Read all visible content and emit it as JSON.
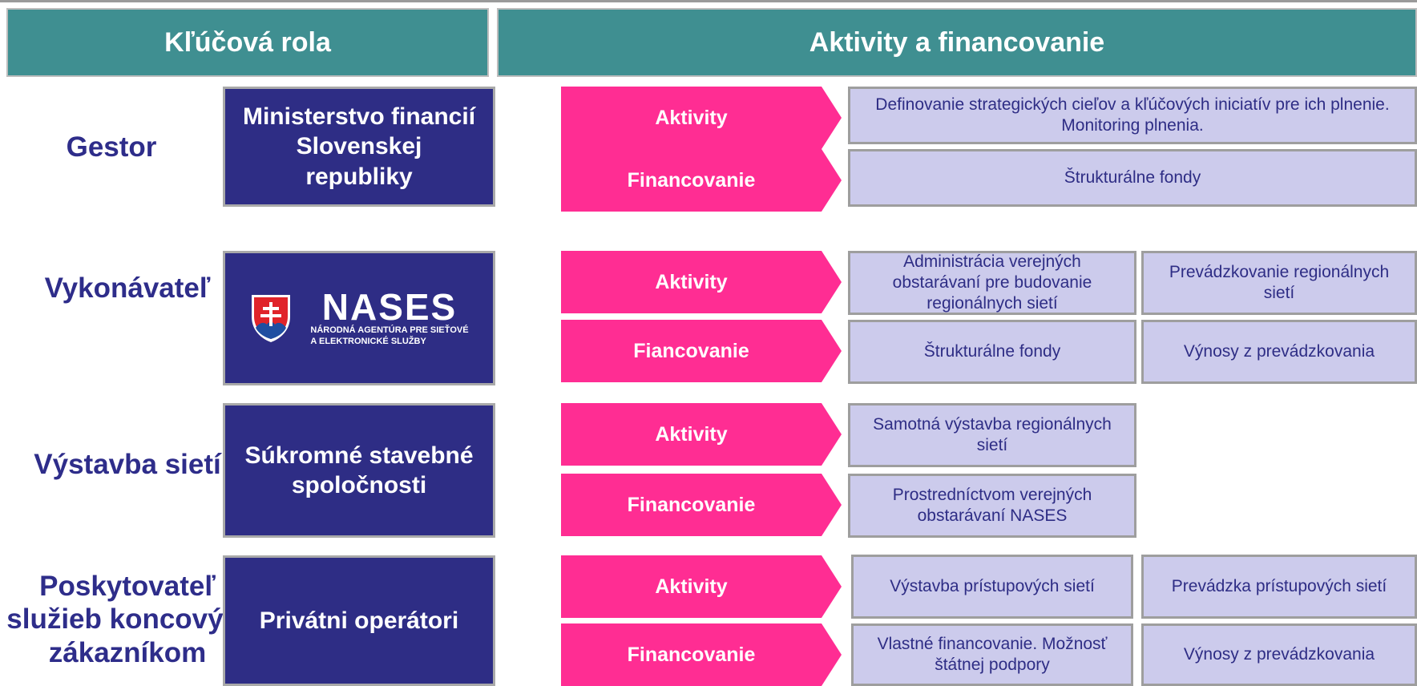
{
  "header": {
    "role": "Kľúčová rola",
    "activities": "Aktivity a financovanie"
  },
  "colors": {
    "header": "#3f8f91",
    "org": "#2e2d85",
    "arrow": "#ff2d93",
    "box": "#cccbec",
    "role_text": "#2e2d8a"
  },
  "rows": [
    {
      "role": "Gestor",
      "org": "Ministerstvo financií Slovenskej republiky",
      "aktivity_label": "Aktivity",
      "financovanie_label": "Financovanie",
      "aktivity": [
        "Definovanie strategických cieľov a kľúčových iniciatív pre ich plnenie. Monitoring plnenia."
      ],
      "financovanie": [
        "Štrukturálne fondy"
      ]
    },
    {
      "role": "Vykonávateľ",
      "org_logo": {
        "name": "NASES",
        "line1": "NÁRODNÁ AGENTÚRA PRE SIEŤOVÉ",
        "line2": "A ELEKTRONICKÉ SLUŽBY"
      },
      "aktivity_label": "Aktivity",
      "financovanie_label": "Fiancovanie",
      "aktivity": [
        "Administrácia verejných obstarávaní pre  budovanie regionálnych sietí",
        "Prevádzkovanie regionálnych sietí"
      ],
      "financovanie": [
        "Štrukturálne fondy",
        "Výnosy z prevádzkovania"
      ]
    },
    {
      "role": "Výstavba sietí",
      "org": "Súkromné stavebné spoločnosti",
      "aktivity_label": "Aktivity",
      "financovanie_label": "Financovanie",
      "aktivity": [
        "Samotná výstavba regionálnych sietí"
      ],
      "financovanie": [
        "Prostredníctvom verejných obstarávaní NASES"
      ]
    },
    {
      "role": "Poskytovateľ služieb koncovým zákazníkom",
      "org": "Privátni operátori",
      "aktivity_label": "Aktivity",
      "financovanie_label": "Financovanie",
      "aktivity": [
        "Výstavba prístupových sietí",
        "Prevádzka prístupových sietí"
      ],
      "financovanie": [
        "Vlastné financovanie. Možnosť štátnej podpory",
        "Výnosy z prevádzkovania"
      ]
    }
  ]
}
